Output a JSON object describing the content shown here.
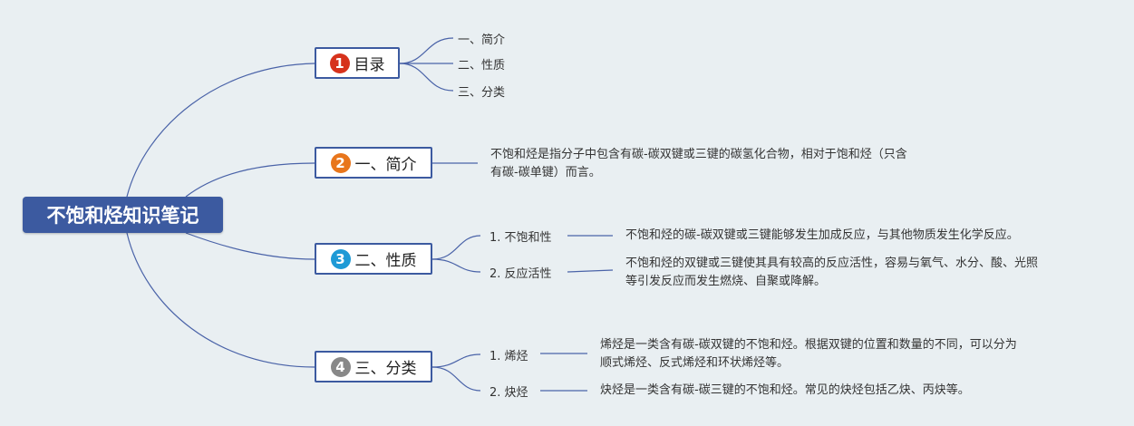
{
  "root": {
    "label": "不饱和烃知识笔记"
  },
  "branches": [
    {
      "number": "1",
      "badge_color": "#d6321c",
      "label": "目录",
      "children": [
        {
          "label": "一、简介"
        },
        {
          "label": "二、性质"
        },
        {
          "label": "三、分类"
        }
      ]
    },
    {
      "number": "2",
      "badge_color": "#e8761c",
      "label": "一、简介",
      "note_lines": [
        "不饱和烃是指分子中包含有碳-碳双键或三键的碳氢化合物，相对于饱和烃（只含",
        "有碳-碳单键）而言。"
      ]
    },
    {
      "number": "3",
      "badge_color": "#1e9ad6",
      "label": "二、性质",
      "children": [
        {
          "label": "1. 不饱和性",
          "note_lines": [
            "不饱和烃的碳-碳双键或三键能够发生加成反应，与其他物质发生化学反应。"
          ]
        },
        {
          "label": "2. 反应活性",
          "note_lines": [
            "不饱和烃的双键或三键使其具有较高的反应活性，容易与氧气、水分、酸、光照",
            "等引发反应而发生燃烧、自聚或降解。"
          ]
        }
      ]
    },
    {
      "number": "4",
      "badge_color": "#888888",
      "label": "三、分类",
      "children": [
        {
          "label": "1. 烯烃",
          "note_lines": [
            "烯烃是一类含有碳-碳双键的不饱和烃。根据双键的位置和数量的不同，可以分为",
            "顺式烯烃、反式烯烃和环状烯烃等。"
          ]
        },
        {
          "label": "2. 炔烃",
          "note_lines": [
            "炔烃是一类含有碳-碳三键的不饱和烃。常见的炔烃包括乙炔、丙炔等。"
          ]
        }
      ]
    }
  ],
  "colors": {
    "connector": "#4a63a8",
    "root_fill": "#3c5aa0",
    "background": "#e9eff2"
  }
}
